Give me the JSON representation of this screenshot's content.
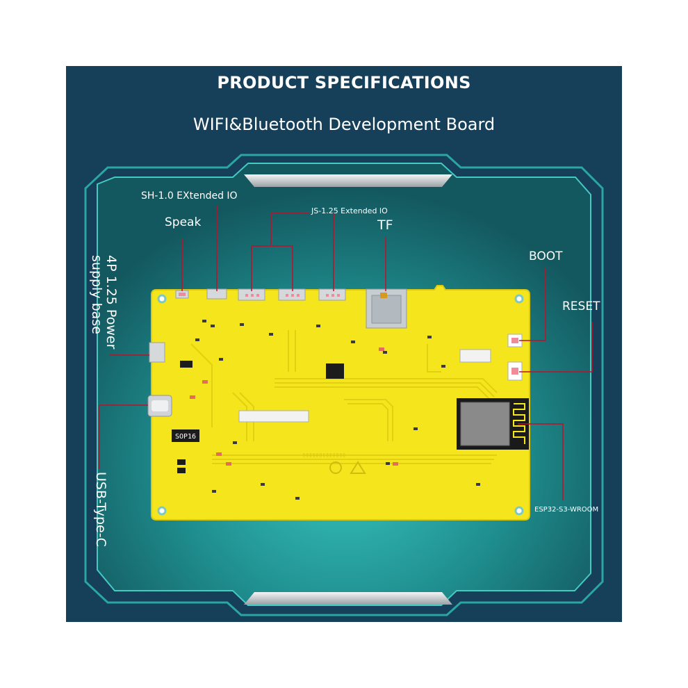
{
  "header": {
    "title": "PRODUCT SPECIFICATIONS",
    "subtitle": "WIFI&Bluetooth Development Board"
  },
  "labels": {
    "sh_io": "SH-1.0 EXtended IO",
    "speak": "Speak",
    "js_io": "JS-1.25 Extended IO",
    "tf": "TF",
    "boot": "BOOT",
    "reset": "RESET",
    "power_line1": "4P 1.25 Power",
    "power_line2": "supply base",
    "usb": "USB-Type-C",
    "esp": "ESP32-S3-WROOM"
  },
  "board": {
    "chip_marking": "SOP16"
  },
  "colors": {
    "background": "#163f5a",
    "frame": "#1a8e8e",
    "board": "#f5e51c",
    "leader": "#c0102a",
    "text": "#ffffff"
  }
}
